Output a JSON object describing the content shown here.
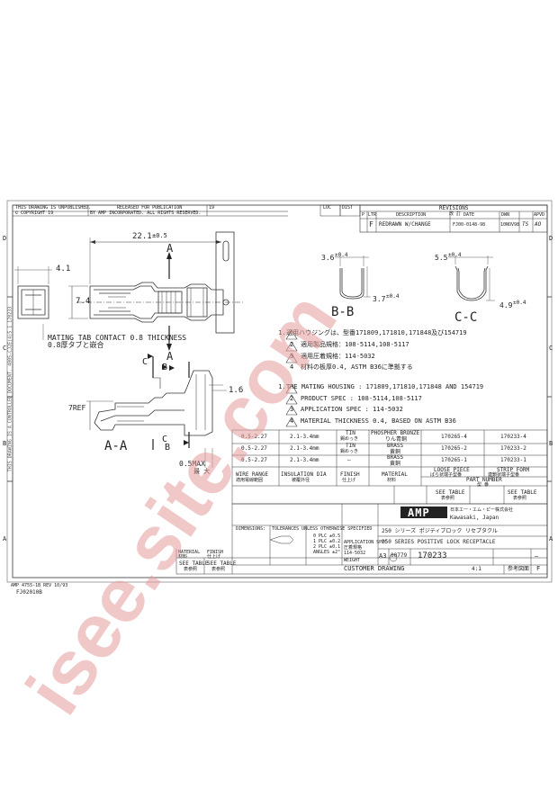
{
  "header": {
    "unpublished": "THIS DRAWING IS UNPUBLISHED.",
    "copyright": "© COPYRIGHT 19",
    "release": "RELEASED FOR PUBLICATION",
    "rights": "BY AMP INCORPORATED. ALL RIGHTS RESERVED.",
    "year_mark": "19",
    "loc": "LOC",
    "dist": "DIST"
  },
  "revisions": {
    "title": "REVISIONS",
    "sub": "改 訂",
    "col_p": "P",
    "col_ltr": "LTR",
    "col_desc": "DESCRIPTION",
    "col_date": "DATE",
    "col_dwn": "DWN",
    "col_apvd": "APVD",
    "row_ltr": "F",
    "row_desc": "REDRAWN W/CHANGE",
    "row_ecn": "FJ00-0148-98",
    "row_date": "10NOV98",
    "row_dwn": "TS",
    "row_apvd": "AO"
  },
  "grid": {
    "row_d": "D",
    "row_c": "C",
    "row_b": "B",
    "row_a": "A",
    "dash": "—"
  },
  "dims": {
    "len_22": "22.1",
    "tol_22": "±0.5",
    "dim_4_1": "4.1",
    "dim_7_4": "7.4",
    "dim_1_6": "1.6",
    "dim_7ref": "7REF",
    "dim_0_5max": "0.5MAX",
    "dim_0_5max_jp": "最 大",
    "bb_3_6": "3.6",
    "bb_3_6_tol": "±0.4",
    "bb_3_7": "3.7",
    "bb_3_7_tol": "±0.4",
    "cc_5_5": "5.5",
    "cc_5_5_tol": "±0.4",
    "cc_4_9": "4.9",
    "cc_4_9_tol": "±0.4"
  },
  "sections": {
    "a_mark": "A",
    "b_mark": "B",
    "c_mark": "C",
    "aa": "A-A",
    "bb": "B-B",
    "cc": "C-C"
  },
  "mating_note": {
    "line1": "MATING TAB CONTACT 0.8 THICKNESS",
    "line2": "0.8厚タブと嵌合"
  },
  "notes_jp": [
    {
      "num": "1.",
      "text": "適用ハウジングは、型番171809,171810,171848及び154719"
    },
    {
      "num": "2",
      "text": "適用製品規格：108-5114,108-5117"
    },
    {
      "num": "3",
      "text": "適用圧着規格：114-5032"
    },
    {
      "num": "4",
      "text": "材料の板厚0.4, ASTM B36に準拠する"
    }
  ],
  "notes_en": [
    {
      "num": "1.",
      "text": "THE MATING HOUSING : 171809,171810,171848 AND 154719"
    },
    {
      "num": "2",
      "text": "PRODUCT SPEC : 108-5114,108-5117"
    },
    {
      "num": "3",
      "text": "APPLICATION SPEC : 114-5032"
    },
    {
      "num": "4",
      "text": "MATERIAL THICKNESS 0.4, BASED ON ASTM B36"
    }
  ],
  "part_table": {
    "rows": [
      {
        "wire": "0.5-2.27",
        "ins": "2.1-3.4mm",
        "finish": "TIN",
        "finish_jp": "錫めっき",
        "material": "PHOSPHER BRONZE",
        "material_jp": "りん青銅",
        "loose": "170265-4",
        "strip": "170233-4"
      },
      {
        "wire": "0.5-2.27",
        "ins": "2.1-3.4mm",
        "finish": "TIN",
        "finish_jp": "錫めっき",
        "material": "BRASS",
        "material_jp": "黄銅",
        "loose": "170265-2",
        "strip": "170233-2"
      },
      {
        "wire": "0.5-2.27",
        "ins": "2.1-3.4mm",
        "finish": "—",
        "finish_jp": "",
        "material": "BRASS",
        "material_jp": "黄銅",
        "loose": "170265-1",
        "strip": "170233-1"
      }
    ],
    "h_wire": "WIRE RANGE",
    "h_wire_jp": "適用電線範囲",
    "h_ins": "INSULATION DIA",
    "h_ins_jp": "被覆外径",
    "h_finish": "FINISH",
    "h_finish_jp": "仕上げ",
    "h_material": "MATERIAL",
    "h_material_jp": "材料",
    "h_loose": "LOOSE PIECE",
    "h_loose_jp": "ばら状端子型番",
    "h_strip": "STRIP FORM",
    "h_strip_jp": "連鎖状端子型番",
    "h_part": "PART NUMBER",
    "h_part_jp": "型 番"
  },
  "title_block": {
    "see_table_1": "SEE TABLE",
    "see_table_1_jp": "表参照",
    "see_table_2": "SEE TABLE",
    "see_table_2_jp": "表参照",
    "amp_logo": "AMP",
    "company_jp": "日本エー・エム・ピー株式会社",
    "company_loc": "Kawasaki, Japan",
    "title_jp": "250 シリーズ ポジティブロック リセプタクル",
    "title_en": "250 SERIES POSITIVE LOCK RECEPTACLE",
    "size": "A3",
    "cage": "00779",
    "dwg_no": "170233",
    "sheet_dash": "—",
    "customer": "CUSTOMER DRAWING",
    "scale": "4:1",
    "sheet_jp": "参考図面",
    "rev": "F",
    "material_lbl": "MATERIAL",
    "material_jp": "材料",
    "finish_lbl": "FINISH",
    "finish_jp": "仕上げ",
    "dims_lbl": "DIMENSIONS:",
    "tol_lbl": "TOLERANCES UNLESS OTHERWISE SPECIFIED",
    "tol_1": "0 PLC ±0.5",
    "tol_2": "1 PLC ±0.2",
    "tol_3": "2 PLC ±0.1",
    "tol_4": "ANGLES ±2°",
    "app_spec": "APPLICATION SPEC",
    "app_spec_jp": "圧着規格",
    "app_no": "114-5032",
    "weight": "WEIGHT"
  },
  "footer": {
    "form": "AMP 4755-1B REV 10/93",
    "fj": "FJ02010B"
  },
  "side_text": "THIS DRAWING IS A CONTROLLED DOCUMENT. 4805-CJ2E(4)5 1 170233",
  "watermark": "isee.site.com"
}
